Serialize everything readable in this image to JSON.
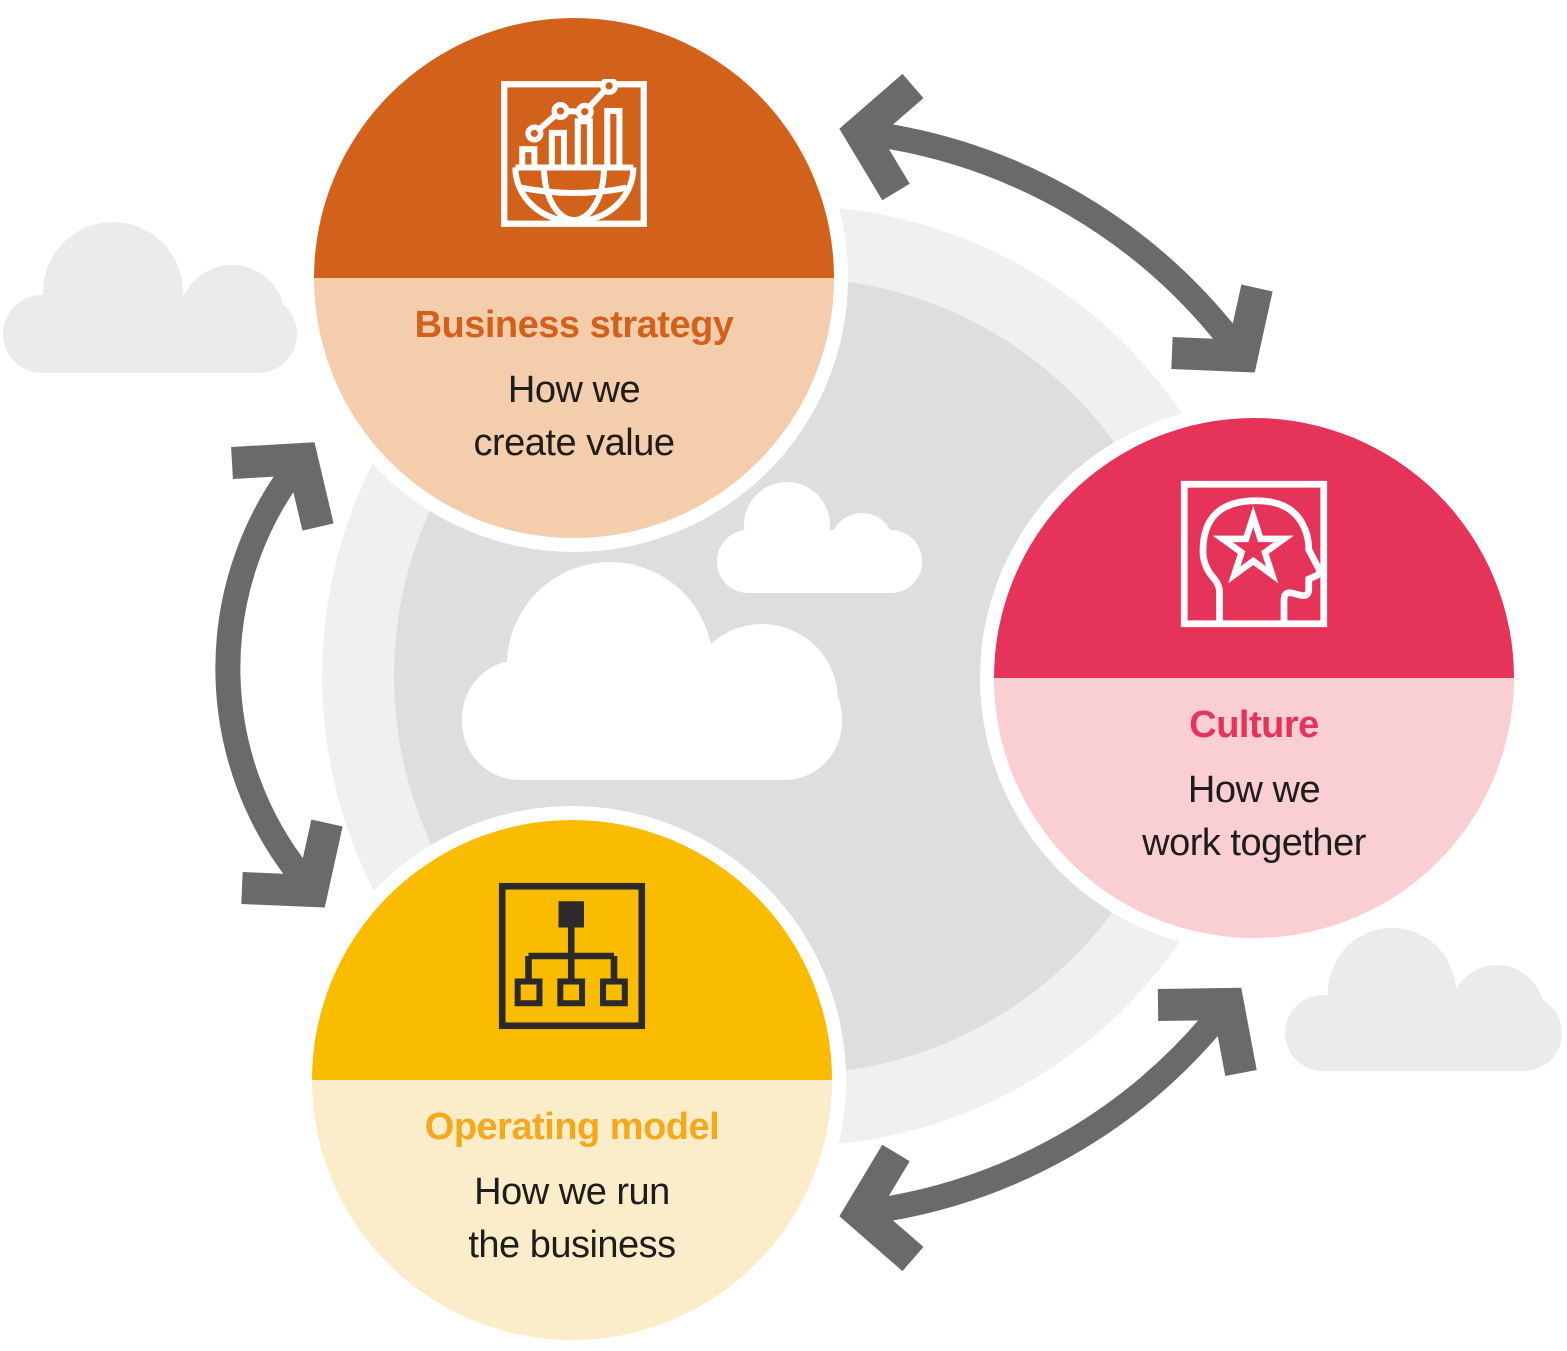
{
  "diagram": {
    "type": "cycle",
    "nodes": [
      {
        "id": "business-strategy",
        "label": "Business strategy",
        "description_lines": [
          "How we",
          "create value"
        ],
        "icon": "growth-chart-globe-icon",
        "color": "#D2611B",
        "color_light": "#F4CDAD",
        "label_color": "#D2611B"
      },
      {
        "id": "culture",
        "label": "Culture",
        "description_lines": [
          "How we",
          "work together"
        ],
        "icon": "head-with-star-icon",
        "color": "#E6335A",
        "color_light": "#F9CFD3",
        "label_color": "#E6335A"
      },
      {
        "id": "operating-model",
        "label": "Operating model",
        "description_lines": [
          "How we run",
          "the business"
        ],
        "icon": "org-chart-icon",
        "color": "#F9BC00",
        "color_light": "#FCEDCA",
        "label_color": "#F4A81C"
      }
    ],
    "connections": [
      {
        "from": "business-strategy",
        "to": "culture",
        "style": "curved-double-headed-arrow"
      },
      {
        "from": "culture",
        "to": "operating-model",
        "style": "curved-double-headed-arrow"
      },
      {
        "from": "operating-model",
        "to": "business-strategy",
        "style": "curved-double-headed-arrow"
      }
    ],
    "background": {
      "disc_outer_color": "#F0F0F1",
      "disc_inner_color": "#DEDEE0",
      "cloud_color_on_white": "#EBEBEC",
      "cloud_color_on_disc": "#FFFFFF",
      "arrow_color": "#6A6A6A",
      "text_color": "#1D1D1B"
    }
  }
}
